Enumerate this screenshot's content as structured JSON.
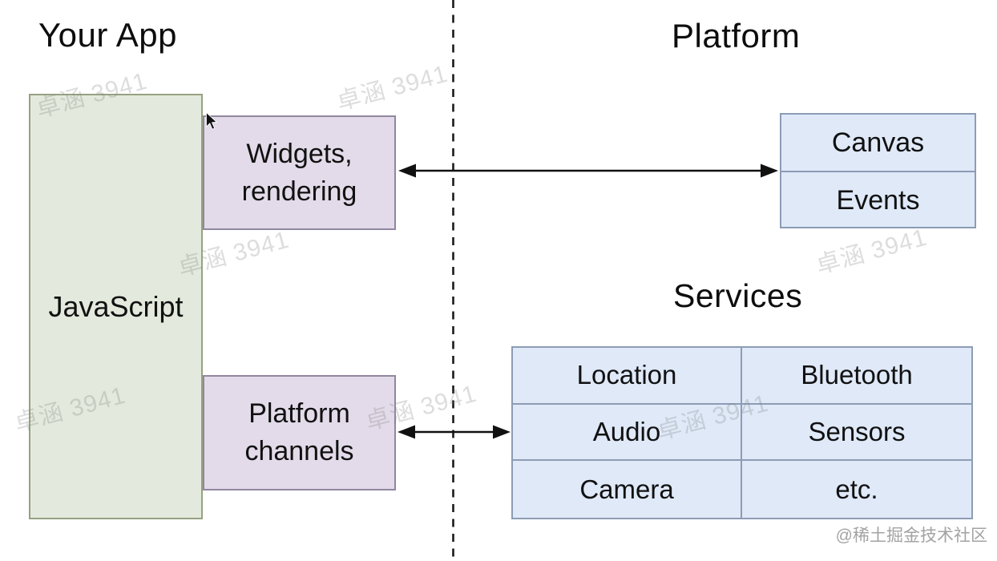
{
  "header": {
    "your_app": "Your App",
    "platform": "Platform"
  },
  "app_side": {
    "javascript_label": "JavaScript",
    "widgets_box": {
      "line1": "Widgets,",
      "line2": "rendering"
    },
    "channels_box": {
      "line1": "Platform",
      "line2": "channels"
    }
  },
  "platform_side": {
    "canvas_label": "Canvas",
    "events_label": "Events",
    "services_title": "Services",
    "services_grid": {
      "rows": [
        [
          "Location",
          "Bluetooth"
        ],
        [
          "Audio",
          "Sensors"
        ],
        [
          "Camera",
          "etc."
        ]
      ]
    }
  },
  "watermark": {
    "text": "卓涵 3941"
  },
  "credit": "@稀土掘金技术社区",
  "colors": {
    "app_box_fill": "#e3eadd",
    "app_box_border": "#97a181",
    "accent_box_fill": "#e3dbe9",
    "accent_box_border": "#9187a0",
    "platform_box_fill": "#dfe9f8",
    "platform_box_border": "#8d9cb5",
    "line_color": "#1a1a1a",
    "watermark_color": "#7d827c",
    "credit_color": "#a3a3a3"
  }
}
